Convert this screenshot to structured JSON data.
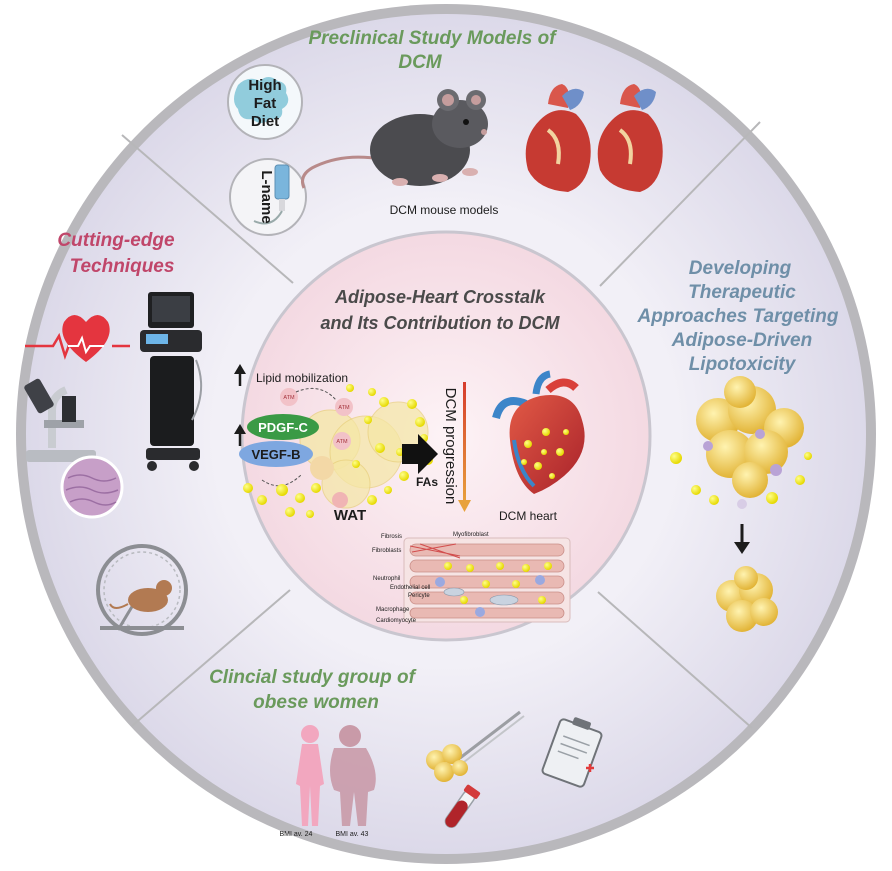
{
  "center": {
    "title_line1": "Adipose-Heart Crosstalk",
    "title_line2": "and Its Contribution to DCM",
    "lipid_mobilization": "Lipid mobilization",
    "pdgf": "PDGF-C",
    "vegf": "VEGF-B",
    "atm": "ATM",
    "wat": "WAT",
    "fas": "FAs",
    "dcm_progression": "DCM progression",
    "dcm_heart": "DCM heart",
    "tissue_labels": {
      "fibrosis": "Fibrosis",
      "myofibroblast": "Myofibroblast",
      "fibroblasts": "Fibroblasts",
      "neutrophil": "Neutrophil",
      "endothelial": "Endothelial cell",
      "pericyte": "Pericyte",
      "macrophage": "Macrophage",
      "cardiomyocyte": "Cardiomyocyte"
    }
  },
  "top": {
    "title_line1": "Preclinical Study Models of",
    "title_line2": "DCM",
    "hfd_line1": "High",
    "hfd_line2": "Fat",
    "hfd_line3": "Diet",
    "lname": "L-name",
    "mouse_caption": "DCM mouse models"
  },
  "left": {
    "title_line1": "Cutting-edge",
    "title_line2": "Techniques"
  },
  "right": {
    "line1": "Developing",
    "line2": "Therapeutic",
    "line3": "Approaches Targeting",
    "line4": "Adipose-Driven",
    "line5": "Lipotoxicity"
  },
  "bottom": {
    "title_line1": "Clincial study group of",
    "title_line2": "obese women",
    "bmi1": "BMI av. 24",
    "bmi2": "BMI av. 43"
  },
  "colors": {
    "green_title": "#6a9a5c",
    "red_title": "#c0466a",
    "blue_title": "#6f8fa8",
    "center_title": "#4a4a4a",
    "outer_ring": "#b7b7b9",
    "section_bg": "#e6e4f0",
    "center_bg": "#f6dfe6",
    "lipid_yellow": "#f2e91a"
  }
}
